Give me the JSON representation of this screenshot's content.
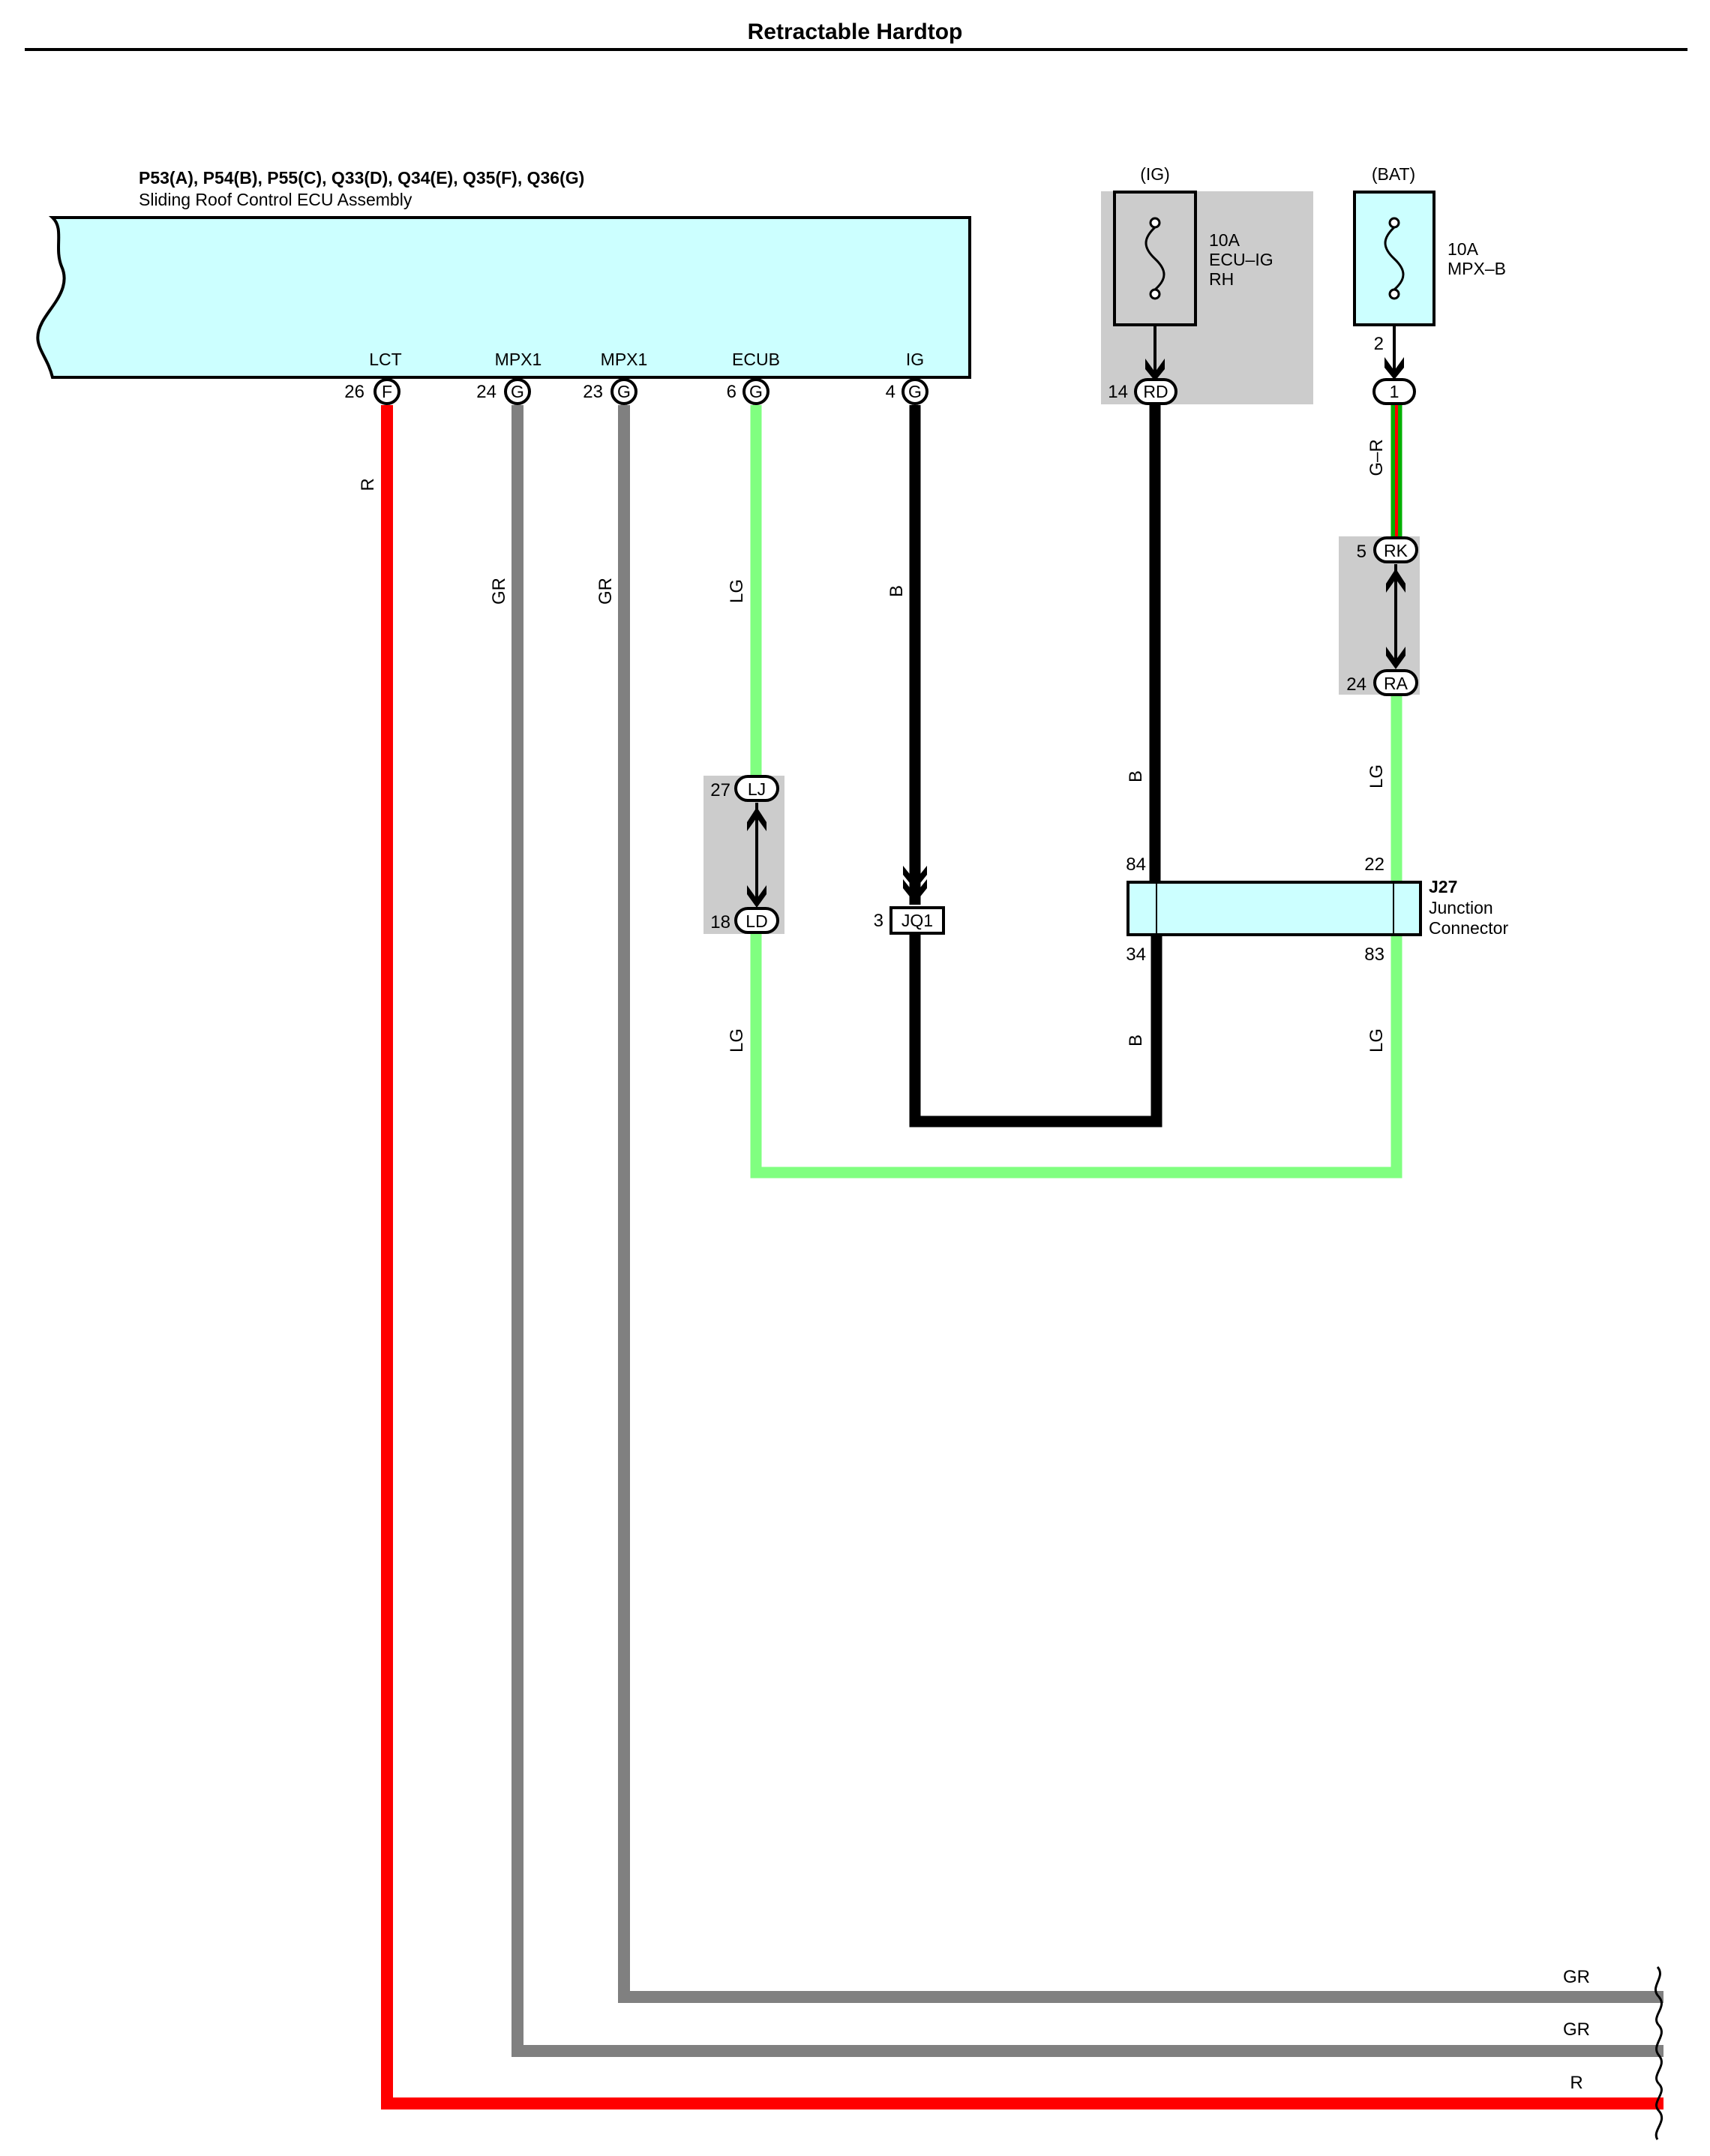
{
  "title": "Retractable Hardtop",
  "ecu": {
    "id": "P53(A), P54(B), P55(C), Q33(D), Q34(E), Q35(F), Q36(G)",
    "name": "Sliding Roof Control ECU Assembly",
    "fill": "#ccffff",
    "terminals": [
      {
        "label": "LCT",
        "pin": "26",
        "code": "F"
      },
      {
        "label": "MPX1",
        "pin": "24",
        "code": "G"
      },
      {
        "label": "MPX1",
        "pin": "23",
        "code": "G"
      },
      {
        "label": "ECUB",
        "pin": "6",
        "code": "G"
      },
      {
        "label": "IG",
        "pin": "4",
        "code": "G"
      }
    ]
  },
  "fuse_ig": {
    "source": "(IG)",
    "rating": "10A",
    "name_line1": "ECU–IG",
    "name_line2": "RH",
    "pin": "14",
    "code": "RD"
  },
  "fuse_bat": {
    "source": "(BAT)",
    "rating": "10A",
    "name": "MPX–B",
    "pin_top": "2",
    "pin_code": "1"
  },
  "connectors": {
    "rk": {
      "pin": "5",
      "code": "RK"
    },
    "ra": {
      "pin": "24",
      "code": "RA"
    },
    "lj": {
      "pin": "27",
      "code": "LJ"
    },
    "ld": {
      "pin": "18",
      "code": "LD"
    },
    "jq1": {
      "pin": "3",
      "code": "JQ1"
    }
  },
  "junction": {
    "id": "J27",
    "name_line1": "Junction",
    "name_line2": "Connector",
    "pins": {
      "top_left": "84",
      "top_right": "22",
      "bottom_left": "34",
      "bottom_right": "83"
    }
  },
  "wire_labels": {
    "lct": "R",
    "mpx1_24": "GR",
    "mpx1_23": "GR",
    "ecub_upper": "LG",
    "ecub_lower": "LG",
    "ig": "B",
    "fuse_ig_upper": "B",
    "fuse_ig_lower": "B",
    "bat_upper": "G–R",
    "bat_mid": "LG",
    "bat_lower": "LG",
    "bottom_gr_1": "GR",
    "bottom_gr_2": "GR",
    "bottom_r": "R"
  },
  "colors": {
    "red": "#ff0000",
    "gray": "#808080",
    "light_green": "#80ff80",
    "green": "#00b000",
    "black": "#000000",
    "component_fill": "#ccffff",
    "shade": "#cccccc"
  }
}
